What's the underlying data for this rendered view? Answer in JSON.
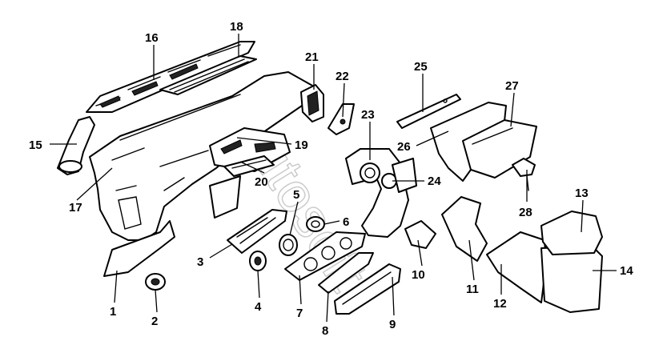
{
  "diagram": {
    "callouts": [
      "1",
      "2",
      "3",
      "4",
      "5",
      "6",
      "7",
      "8",
      "9",
      "10",
      "11",
      "12",
      "13",
      "14",
      "15",
      "16",
      "17",
      "18",
      "19",
      "20",
      "21",
      "22",
      "23",
      "24",
      "25",
      "26",
      "27",
      "28"
    ]
  },
  "watermark": {
    "text": "Autosoft"
  }
}
